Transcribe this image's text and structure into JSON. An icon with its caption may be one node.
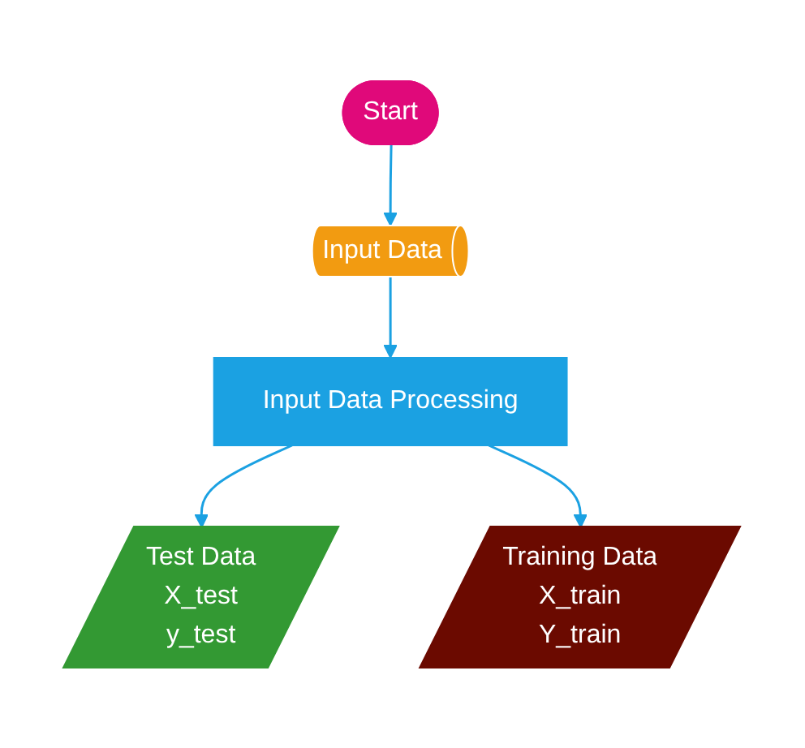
{
  "diagram": {
    "nodes": [
      {
        "text": [
          "Start"
        ]
      },
      {
        "text": [
          "Input Data"
        ]
      },
      {
        "text": [
          "Input Data Processing"
        ]
      },
      {
        "text": [
          "Test Data",
          "X_test",
          "y_test"
        ]
      },
      {
        "text": [
          "Training Data",
          "X_train",
          "Y_train"
        ]
      }
    ],
    "edges": [
      {
        "from": 0,
        "to": 1,
        "arrow": "to"
      },
      {
        "from": 1,
        "to": 2,
        "arrow": "to"
      },
      {
        "from": 2,
        "to": 3,
        "arrow": "to"
      },
      {
        "from": 2,
        "to": 4,
        "arrow": "to"
      }
    ]
  }
}
